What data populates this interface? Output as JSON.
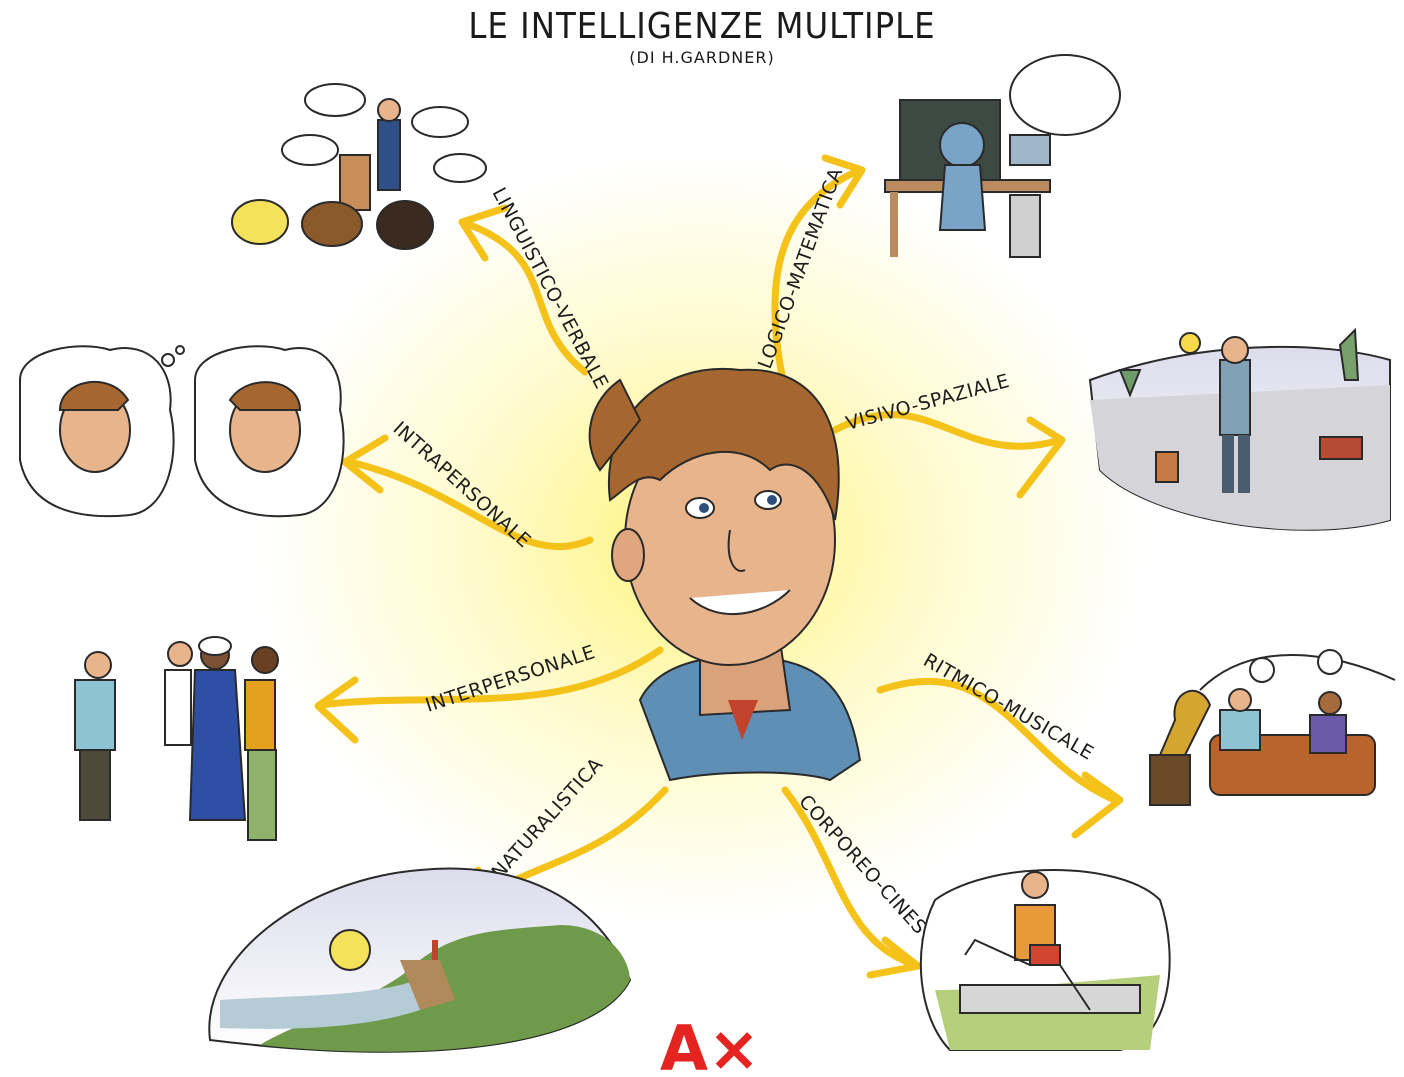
{
  "header": {
    "title": "LE INTELLIGENZE MULTIPLE",
    "subtitle": "(DI H.GARDNER)"
  },
  "branches": [
    {
      "id": "linguistico",
      "label": "LINGUISTICO-VERBALE"
    },
    {
      "id": "logico",
      "label": "LOGICO-MATEMATICA"
    },
    {
      "id": "visivo",
      "label": "VISIVO-SPAZIALE"
    },
    {
      "id": "ritmico",
      "label": "RITMICO-MUSICALE"
    },
    {
      "id": "corporeo",
      "label": "CORPOREO-CINESTETICA"
    },
    {
      "id": "naturalistica",
      "label": "NATURALISTICA"
    },
    {
      "id": "interpersonale",
      "label": "INTERPERSONALE"
    },
    {
      "id": "intrapersonale",
      "label": "INTRAPERSONALE"
    }
  ],
  "logo": {
    "text": "A×"
  },
  "colors": {
    "arrow": "#f5c21a",
    "glow": "#fff06a",
    "logo": "#e52421",
    "skin": "#e8b48c",
    "hair": "#a5672f",
    "shirt": "#5f8fb4"
  }
}
